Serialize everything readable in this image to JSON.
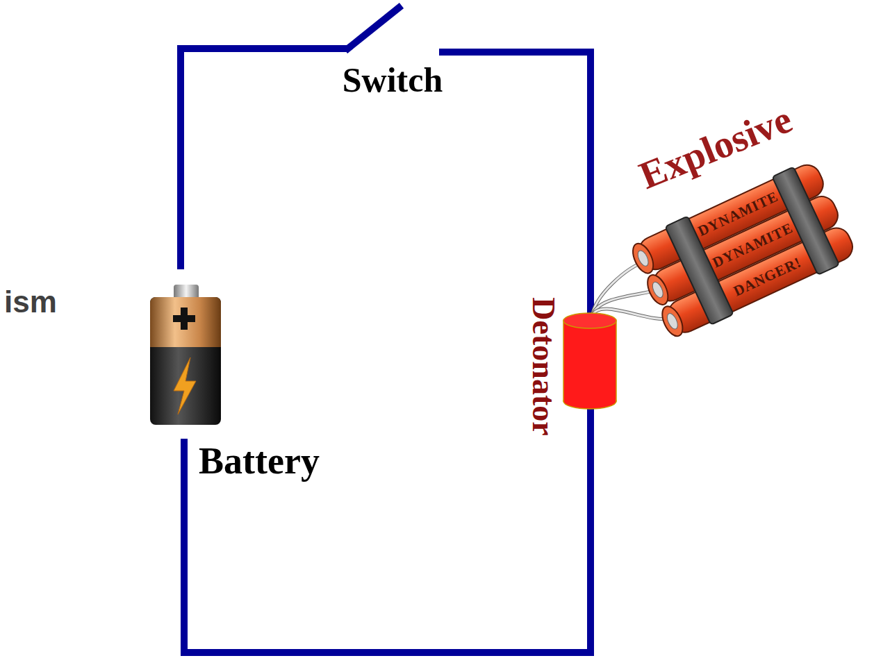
{
  "diagram": {
    "nodes": [
      {
        "text": [
          "Switch"
        ]
      },
      {
        "text": [
          "Explosive",
          "DYNAMITE",
          "DYNAMITE",
          "DANGER!"
        ]
      },
      {
        "text": [
          "Detonator"
        ]
      },
      {
        "text": [
          "Battery"
        ]
      }
    ],
    "edges": [
      {
        "from": 3,
        "to": 0,
        "arrow": "none"
      },
      {
        "from": 0,
        "to": 2,
        "arrow": "none"
      },
      {
        "from": 2,
        "to": 3,
        "arrow": "none"
      },
      {
        "from": 2,
        "to": 1,
        "arrow": "none"
      }
    ],
    "labels": [
      "ism"
    ]
  }
}
